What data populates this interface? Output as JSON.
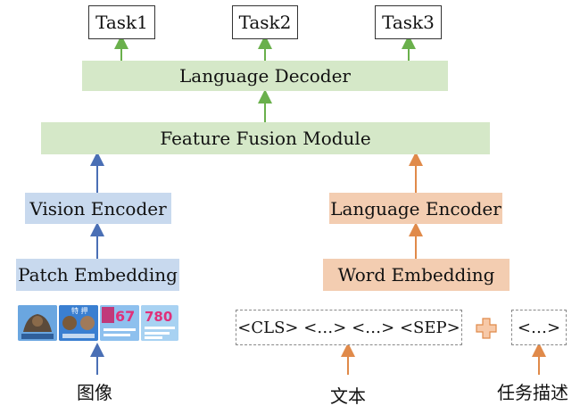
{
  "tasks": [
    "Task1",
    "Task2",
    "Task3"
  ],
  "language_decoder": "Language Decoder",
  "feature_fusion": "Feature Fusion Module",
  "vision_encoder": "Vision Encoder",
  "patch_embedding": "Patch Embedding",
  "language_encoder": "Language Encoder",
  "word_embedding": "Word Embedding",
  "tokens": "<CLS> <…> <…> <SEP>",
  "task_tokens": "<…>",
  "inputs": {
    "image": "图像",
    "text": "文本",
    "task_desc": "任务描述"
  },
  "thumbnail_texts": [
    "特  押",
    "67",
    "780"
  ],
  "colors": {
    "green_box": "#d5e8c8",
    "blue_box": "#c8d9ee",
    "orange_box": "#f3cdb1",
    "green_arrow": "#6ab04c",
    "blue_arrow": "#4a6fb5",
    "orange_arrow": "#e08a4a",
    "plus": "#f0a070"
  }
}
